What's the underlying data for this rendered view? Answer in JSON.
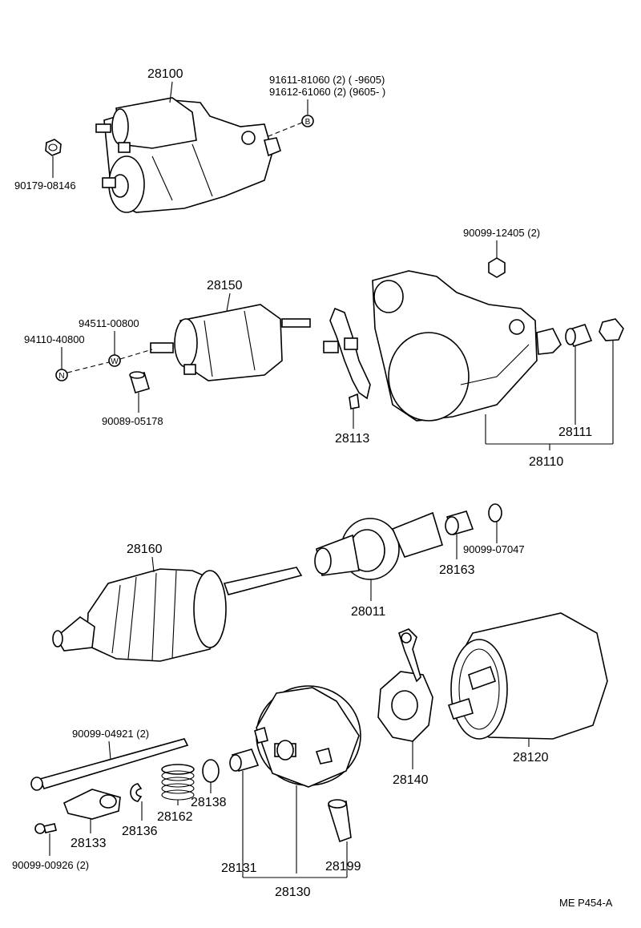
{
  "diagram": {
    "footer_code": "ME P454-A",
    "labels": {
      "p28100": "28100",
      "p91611": "91611-81060 (2) (        -9605)",
      "p91612": "91612-61060 (2) (9605-        )",
      "p90179": "90179-08146",
      "p90099_12405": "90099-12405 (2)",
      "p28150": "28150",
      "p94511": "94511-00800",
      "p94110": "94110-40800",
      "p90089": "90089-05178",
      "p28113": "28113",
      "p28111": "28111",
      "p28110": "28110",
      "p28160": "28160",
      "p28011": "28011",
      "p28163": "28163",
      "p90099_07047": "90099-07047",
      "p90099_04921": "90099-04921 (2)",
      "p28120": "28120",
      "p28140": "28140",
      "p28162": "28162",
      "p28138": "28138",
      "p28133": "28133",
      "p28136": "28136",
      "p90099_00926": "90099-00926 (2)",
      "p28131": "28131",
      "p28199": "28199",
      "p28130": "28130"
    },
    "markers": {
      "b": "B",
      "w": "W",
      "n": "N"
    }
  }
}
